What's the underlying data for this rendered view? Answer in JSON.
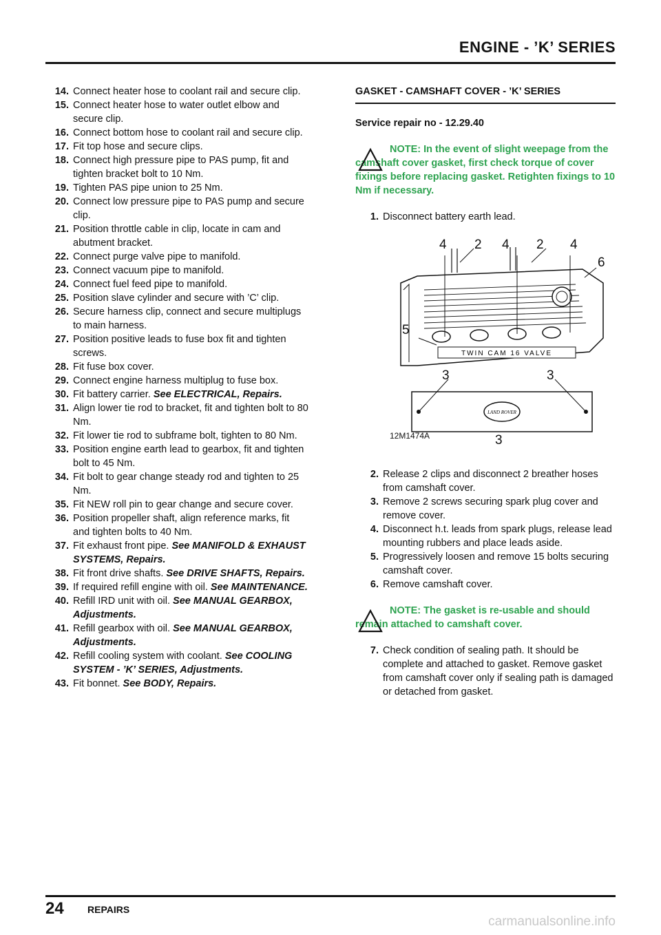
{
  "header": {
    "title": "ENGINE - ’K’ SERIES"
  },
  "footer": {
    "page_number": "24",
    "section": "REPAIRS",
    "url": "carmanualsonline.info"
  },
  "left_steps": [
    {
      "num": "14.",
      "text": "Connect heater hose to coolant rail and secure clip.",
      "ref": ""
    },
    {
      "num": "15.",
      "text": "Connect heater hose to water outlet elbow and secure clip.",
      "ref": ""
    },
    {
      "num": "16.",
      "text": "Connect bottom hose to coolant rail and secure clip.",
      "ref": ""
    },
    {
      "num": "17.",
      "text": "Fit top hose and secure clips.",
      "ref": ""
    },
    {
      "num": "18.",
      "text": "Connect high pressure pipe to PAS pump, fit and tighten bracket bolt to 10 Nm.",
      "ref": ""
    },
    {
      "num": "19.",
      "text": "Tighten PAS pipe union to 25 Nm.",
      "ref": ""
    },
    {
      "num": "20.",
      "text": "Connect low pressure pipe to PAS pump and secure clip.",
      "ref": ""
    },
    {
      "num": "21.",
      "text": "Position throttle cable in clip, locate in cam and abutment bracket.",
      "ref": ""
    },
    {
      "num": "22.",
      "text": "Connect purge valve pipe to manifold.",
      "ref": ""
    },
    {
      "num": "23.",
      "text": "Connect vacuum pipe to manifold.",
      "ref": ""
    },
    {
      "num": "24.",
      "text": "Connect fuel feed pipe to manifold.",
      "ref": ""
    },
    {
      "num": "25.",
      "text": "Position slave cylinder and secure with ’C’ clip.",
      "ref": ""
    },
    {
      "num": "26.",
      "text": "Secure harness clip, connect and secure multiplugs to main harness.",
      "ref": ""
    },
    {
      "num": "27.",
      "text": "Position positive leads to fuse box fit and tighten screws.",
      "ref": ""
    },
    {
      "num": "28.",
      "text": "Fit fuse box cover.",
      "ref": ""
    },
    {
      "num": "29.",
      "text": "Connect engine harness multiplug to fuse box.",
      "ref": ""
    },
    {
      "num": "30.",
      "text": "Fit battery carrier.",
      "ref": "See  ELECTRICAL, Repairs."
    },
    {
      "num": "31.",
      "text": "Align lower tie rod to bracket, fit and tighten bolt to 80 Nm.",
      "ref": ""
    },
    {
      "num": "32.",
      "text": "Fit lower tie rod to subframe bolt, tighten to 80 Nm.",
      "ref": ""
    },
    {
      "num": "33.",
      "text": "Position engine earth lead to gearbox, fit and tighten bolt to 45 Nm.",
      "ref": ""
    },
    {
      "num": "34.",
      "text": "Fit bolt to gear change steady rod and tighten to 25 Nm.",
      "ref": ""
    },
    {
      "num": "35.",
      "text": "Fit NEW roll pin to gear change and secure cover.",
      "ref": ""
    },
    {
      "num": "36.",
      "text": "Position propeller shaft, align reference marks, fit and tighten bolts to 40 Nm.",
      "ref": ""
    },
    {
      "num": "37.",
      "text": "Fit exhaust front pipe.",
      "ref": "See  MANIFOLD & EXHAUST SYSTEMS, Repairs."
    },
    {
      "num": "38.",
      "text": "Fit front drive shafts.",
      "ref": "See  DRIVE SHAFTS, Repairs."
    },
    {
      "num": "39.",
      "text": "If required refill engine with oil.",
      "ref": "See  MAINTENANCE."
    },
    {
      "num": "40.",
      "text": "Refill IRD unit with oil.",
      "ref": "See  MANUAL GEARBOX, Adjustments."
    },
    {
      "num": "41.",
      "text": "Refill gearbox with oil.",
      "ref": "See  MANUAL GEARBOX, Adjustments."
    },
    {
      "num": "42.",
      "text": "Refill cooling system with coolant.",
      "ref": "See  COOLING SYSTEM - ’K’ SERIES, Adjustments."
    },
    {
      "num": "43.",
      "text": "Fit bonnet.",
      "ref": "See  BODY, Repairs."
    }
  ],
  "right": {
    "section_title": "GASKET - CAMSHAFT COVER - ’K’ SERIES",
    "service": "Service repair no - 12.29.40",
    "note1": "NOTE: In the event of slight weepage from the camshaft cover gasket, first check torque of cover fixings before replacing gasket. Retighten fixings to 10 Nm if necessary.",
    "step1": {
      "num": "1.",
      "text": "Disconnect battery earth lead."
    },
    "figure": {
      "ref": "12M1474A",
      "callouts": [
        "4",
        "2",
        "4",
        "2",
        "4",
        "6",
        "5",
        "3",
        "3",
        "3"
      ],
      "embossed": "TWIN CAM 16 VALVE",
      "logo": "LAND ROVER"
    },
    "steps": [
      {
        "num": "2.",
        "text": "Release 2 clips and disconnect 2 breather hoses from camshaft cover."
      },
      {
        "num": "3.",
        "text": "Remove 2 screws securing spark plug cover and remove cover."
      },
      {
        "num": "4.",
        "text": "Disconnect h.t. leads from spark plugs, release lead mounting rubbers and place leads aside."
      },
      {
        "num": "5.",
        "text": "Progressively loosen and remove 15 bolts securing camshaft cover."
      },
      {
        "num": "6.",
        "text": "Remove camshaft cover."
      }
    ],
    "note2": "NOTE: The gasket is re-usable and should remain attached to camshaft cover.",
    "step7": {
      "num": "7.",
      "text": "Check condition of sealing path. It should be complete and attached to gasket. Remove gasket from camshaft cover only if sealing path is damaged or detached from gasket."
    }
  },
  "colors": {
    "note": "#2ea350",
    "rule": "#111111",
    "watermark": "#c8c8c8"
  }
}
